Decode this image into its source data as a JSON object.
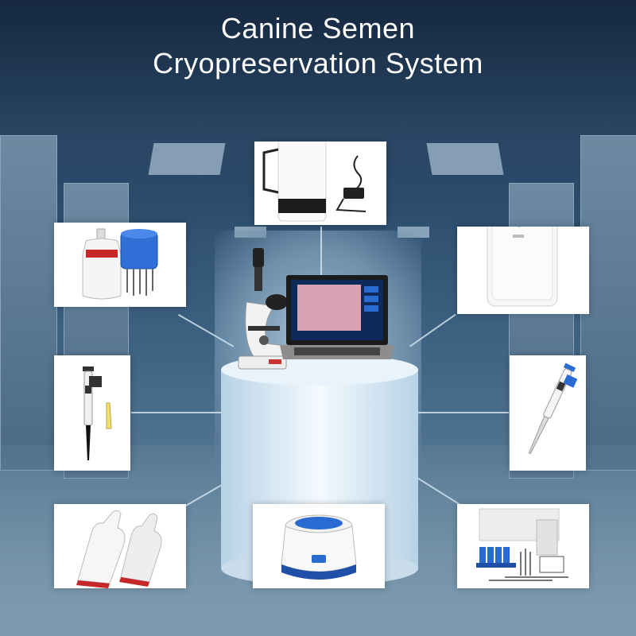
{
  "title": {
    "line1": "Canine Semen",
    "line2": "Cryopreservation System"
  },
  "items": [
    {
      "position": "top",
      "icon": "water-bath-thawer-icon"
    },
    {
      "position": "upper-left",
      "icon": "liquid-nitrogen-tank-icon"
    },
    {
      "position": "upper-right",
      "icon": "incubator-icon"
    },
    {
      "position": "middle-left",
      "icon": "pipette-icon"
    },
    {
      "position": "middle-right",
      "icon": "pipette-icon"
    },
    {
      "position": "bottom-left",
      "icon": "cryo-gloves-icon"
    },
    {
      "position": "bottom-center",
      "icon": "centrifuge-icon"
    },
    {
      "position": "bottom-right",
      "icon": "lab-consumables-icon"
    },
    {
      "position": "center",
      "icon": "microscope-and-laptop-icon"
    }
  ],
  "colors": {
    "title": "#ffffff",
    "background": "#2c4c6c",
    "card": "#ffffff",
    "connector": "#cfe0ec"
  }
}
